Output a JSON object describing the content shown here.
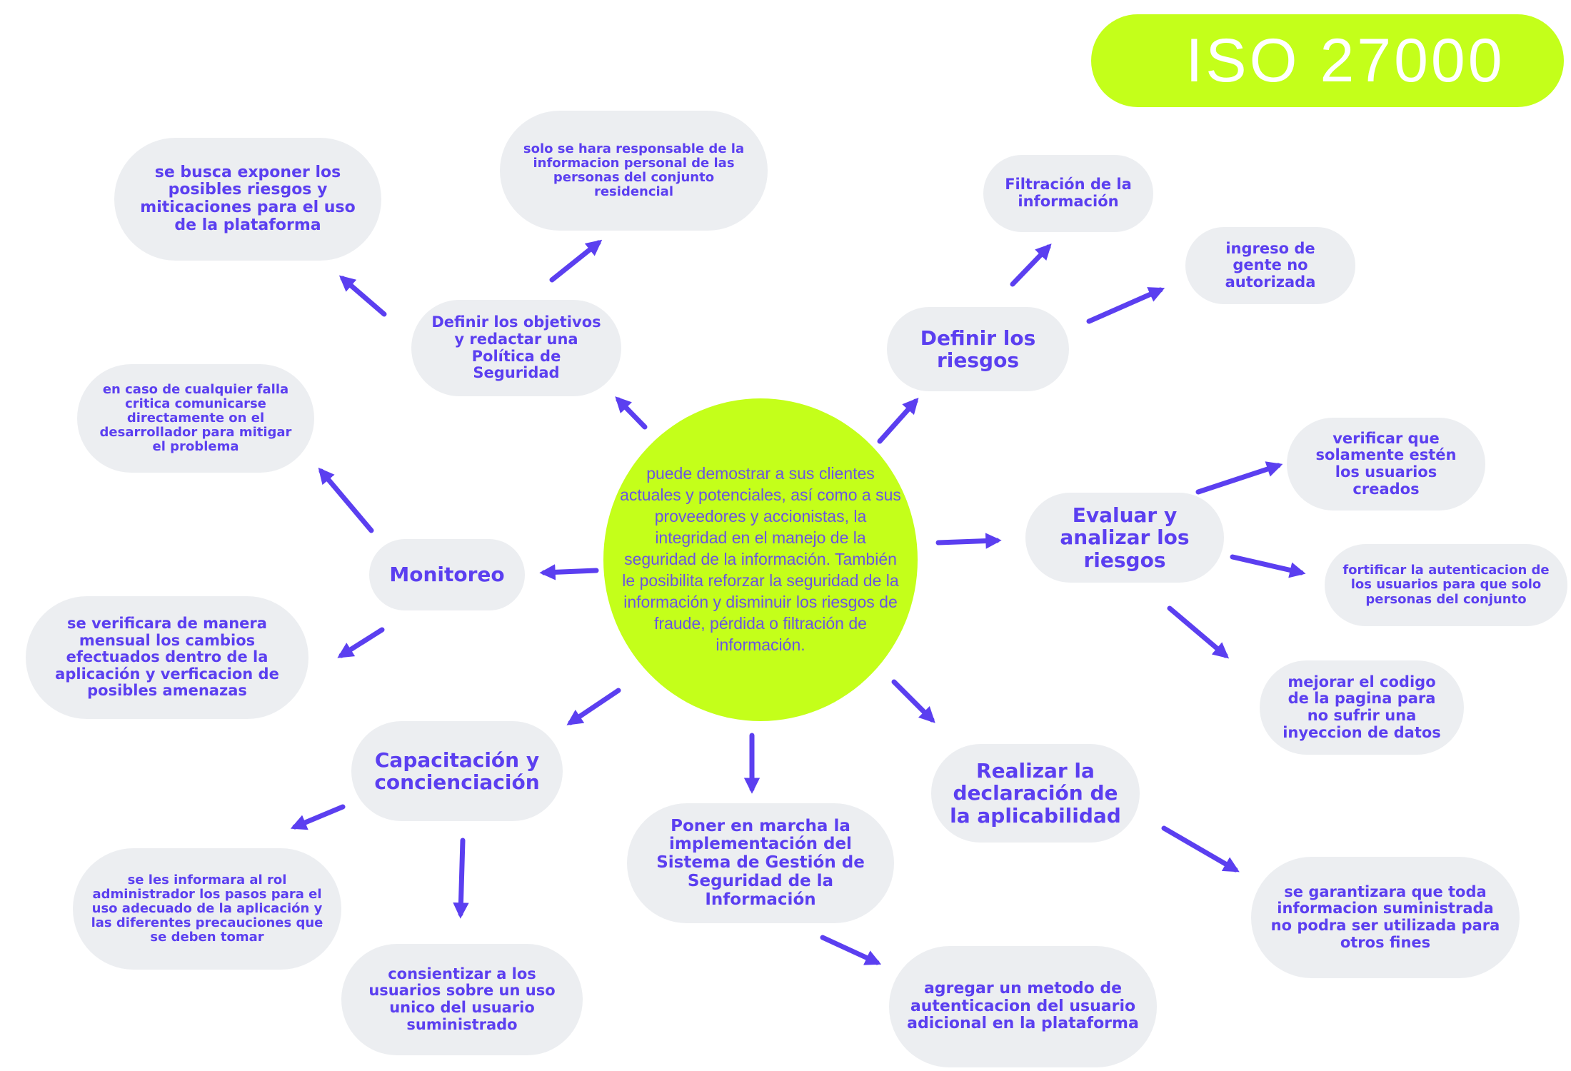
{
  "title": "ISO 27000",
  "center": "puede demostrar a sus clientes actuales y potenciales, así como a sus proveedores y accionistas, la integridad en el manejo de la seguridad de la información. También le posibilita reforzar la seguridad de la información y disminuir los riesgos de fraude, pérdida o filtración de información.",
  "branches": {
    "politica": {
      "label": "Definir los objetivos y redactar una Política de Seguridad",
      "children": [
        "se busca exponer los posibles riesgos y miticaciones para el uso de la plataforma",
        "solo se hara responsable de la informacion personal de las personas del conjunto residencial"
      ]
    },
    "riesgos": {
      "label": "Definir los riesgos",
      "children": [
        "Filtración de la información",
        "ingreso de gente no autorizada"
      ]
    },
    "evaluar": {
      "label": "Evaluar y analizar los riesgos",
      "children": [
        "verificar que solamente estén los usuarios creados",
        "fortificar la autenticacion de los usuarios para que solo personas del conjunto",
        "mejorar el codigo de la pagina para no sufrir una inyeccion de datos"
      ]
    },
    "declaracion": {
      "label": "Realizar la declaración de la aplicabilidad",
      "children": [
        "se garantizara que toda informacion suministrada no podra ser utilizada para otros fines"
      ]
    },
    "implementacion": {
      "label": "Poner en marcha la implementación del Sistema de Gestión de Seguridad de la Información",
      "children": [
        "agregar un metodo de autenticacion del usuario adicional en la plataforma"
      ]
    },
    "capacitacion": {
      "label": "Capacitación y concienciación",
      "children": [
        "se les informara al rol administrador los pasos para el uso adecuado de la aplicación  y las diferentes precauciones que se deben tomar",
        "consientizar a los usuarios sobre un uso unico del usuario suministrado"
      ]
    },
    "monitoreo": {
      "label": "Monitoreo",
      "children": [
        "en caso de cualquier falla critica comunicarse directamente on el desarrollador para mitigar el problema",
        "se verificara de manera mensual los cambios efectuados dentro de la aplicación y verficacion de posibles amenazas"
      ]
    }
  },
  "colors": {
    "accent": "#c4ff1a",
    "text": "#5b3ff0",
    "node_bg": "#eceef1",
    "arrow": "#5b3ff0"
  }
}
